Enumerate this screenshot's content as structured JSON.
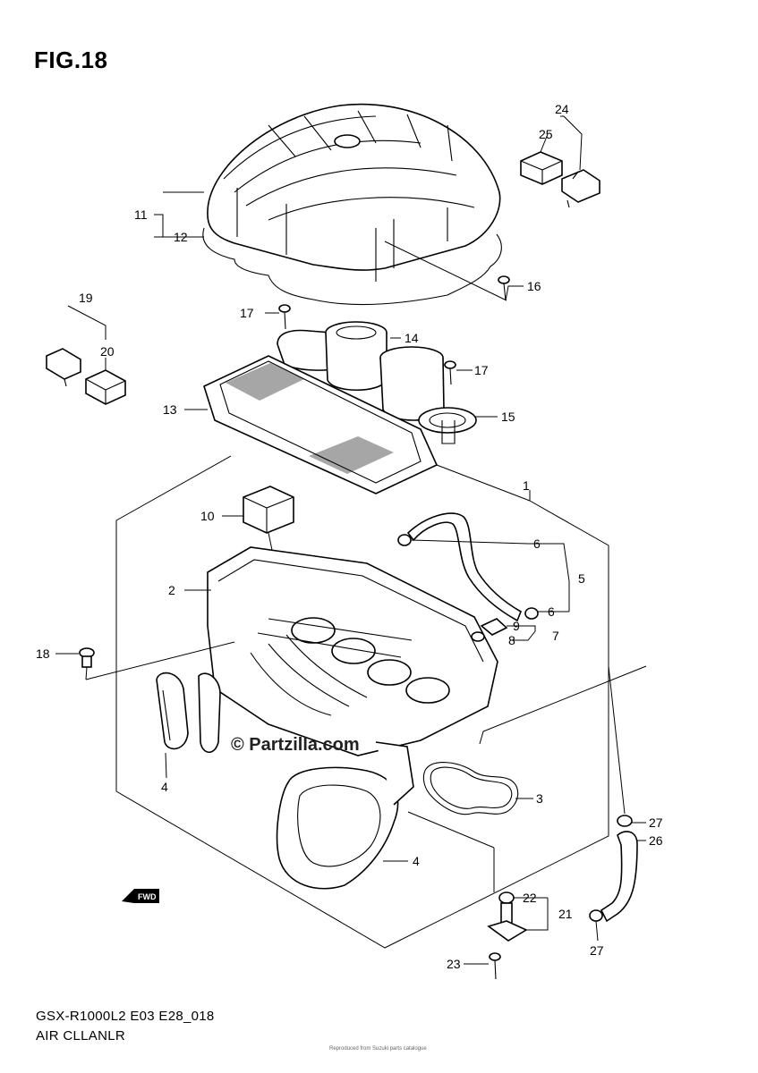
{
  "figure": {
    "title": "FIG.18",
    "model_code": "GSX-R1000L2 E03 E28_018",
    "section_name": "AIR CLLANLR",
    "watermark": "© Partzilla.com",
    "fwd_label": "FWD",
    "tiny_print": "Reproduced from Suzuki parts catalogue"
  },
  "callouts": {
    "n1": "1",
    "n2": "2",
    "n3": "3",
    "n4a": "4",
    "n4b": "4",
    "n5": "5",
    "n6a": "6",
    "n6b": "6",
    "n7": "7",
    "n8": "8",
    "n9": "9",
    "n10": "10",
    "n11": "11",
    "n12": "12",
    "n13": "13",
    "n14": "14",
    "n15": "15",
    "n16": "16",
    "n17a": "17",
    "n17b": "17",
    "n18": "18",
    "n19": "19",
    "n20": "20",
    "n21": "21",
    "n22": "22",
    "n23": "23",
    "n24": "24",
    "n25": "25",
    "n26": "26",
    "n27a": "27",
    "n27b": "27"
  }
}
